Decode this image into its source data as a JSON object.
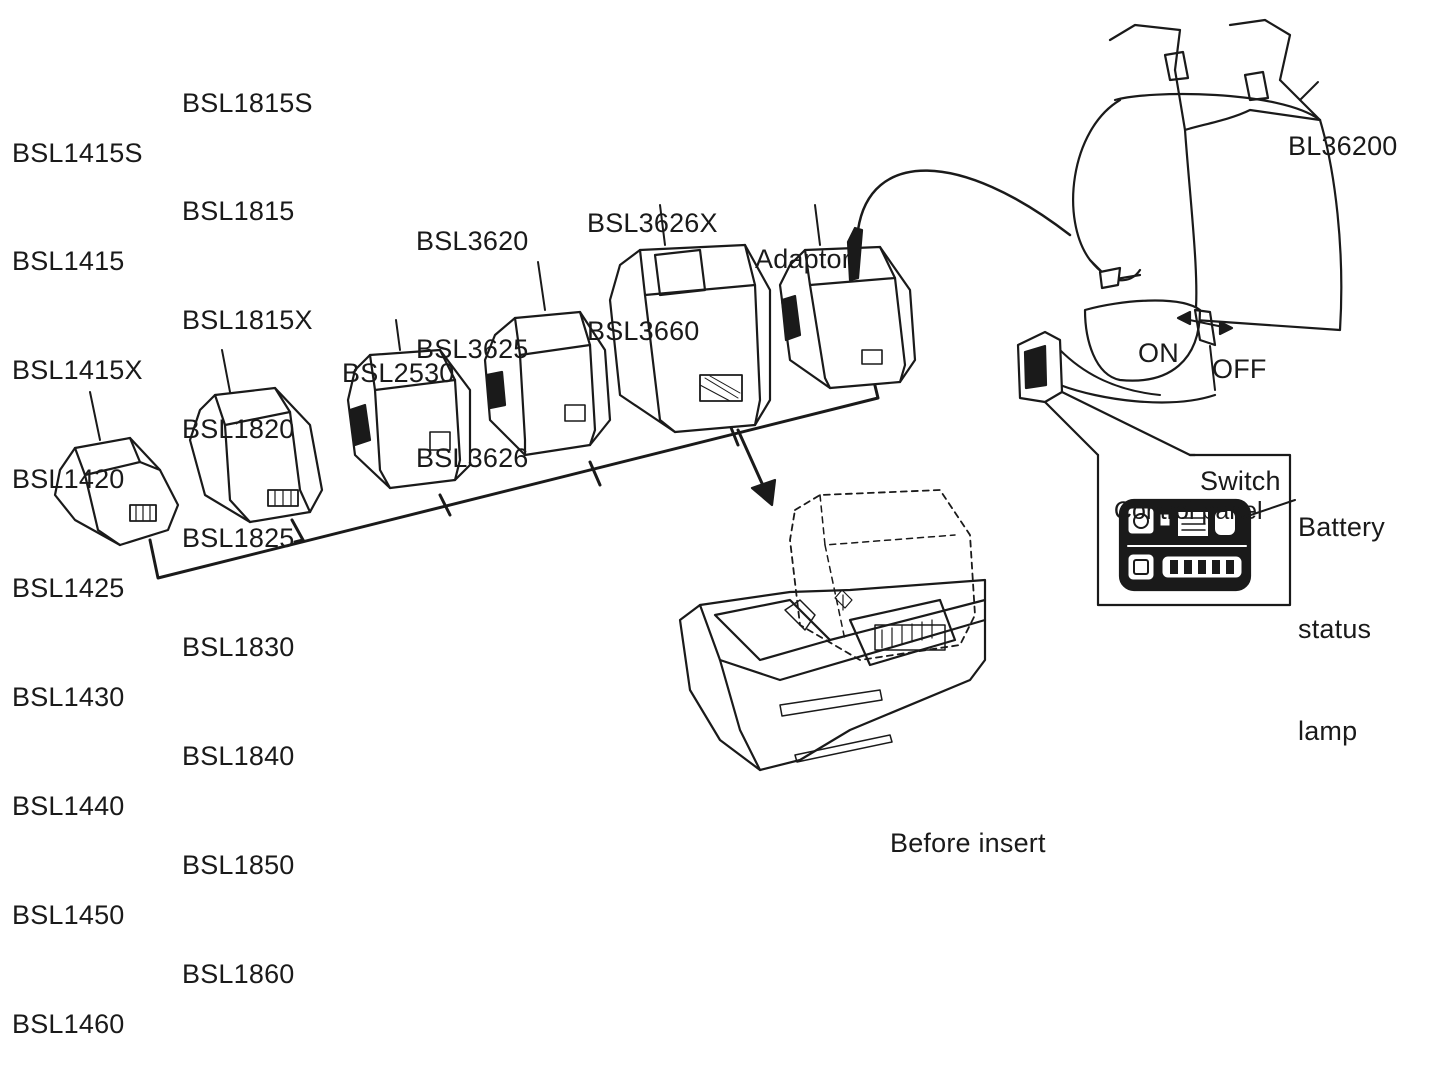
{
  "labels": {
    "group_1415": [
      "BSL1415S",
      "BSL1415",
      "BSL1415X",
      "BSL1420",
      "BSL1425",
      "BSL1430",
      "BSL1440",
      "BSL1450",
      "BSL1460"
    ],
    "group_1815": [
      "BSL1815S",
      "BSL1815",
      "BSL1815X",
      "BSL1820",
      "BSL1825",
      "BSL1830",
      "BSL1840",
      "BSL1850",
      "BSL1860"
    ],
    "group_2530": [
      "BSL2530"
    ],
    "group_3620": [
      "BSL3620",
      "BSL3625",
      "BSL3626"
    ],
    "group_3626x": [
      "BSL3626X",
      "BSL3660"
    ],
    "adaptor": "Adaptor",
    "backpack": "BL36200",
    "on": "ON",
    "off": "OFF",
    "switch": "Switch",
    "control_panel": "Control panel",
    "battery_status_lamp": [
      "Battery",
      "status",
      "lamp"
    ],
    "before_insert": "Before insert"
  },
  "colors": {
    "line": "#1a1a1a",
    "background": "#ffffff"
  }
}
